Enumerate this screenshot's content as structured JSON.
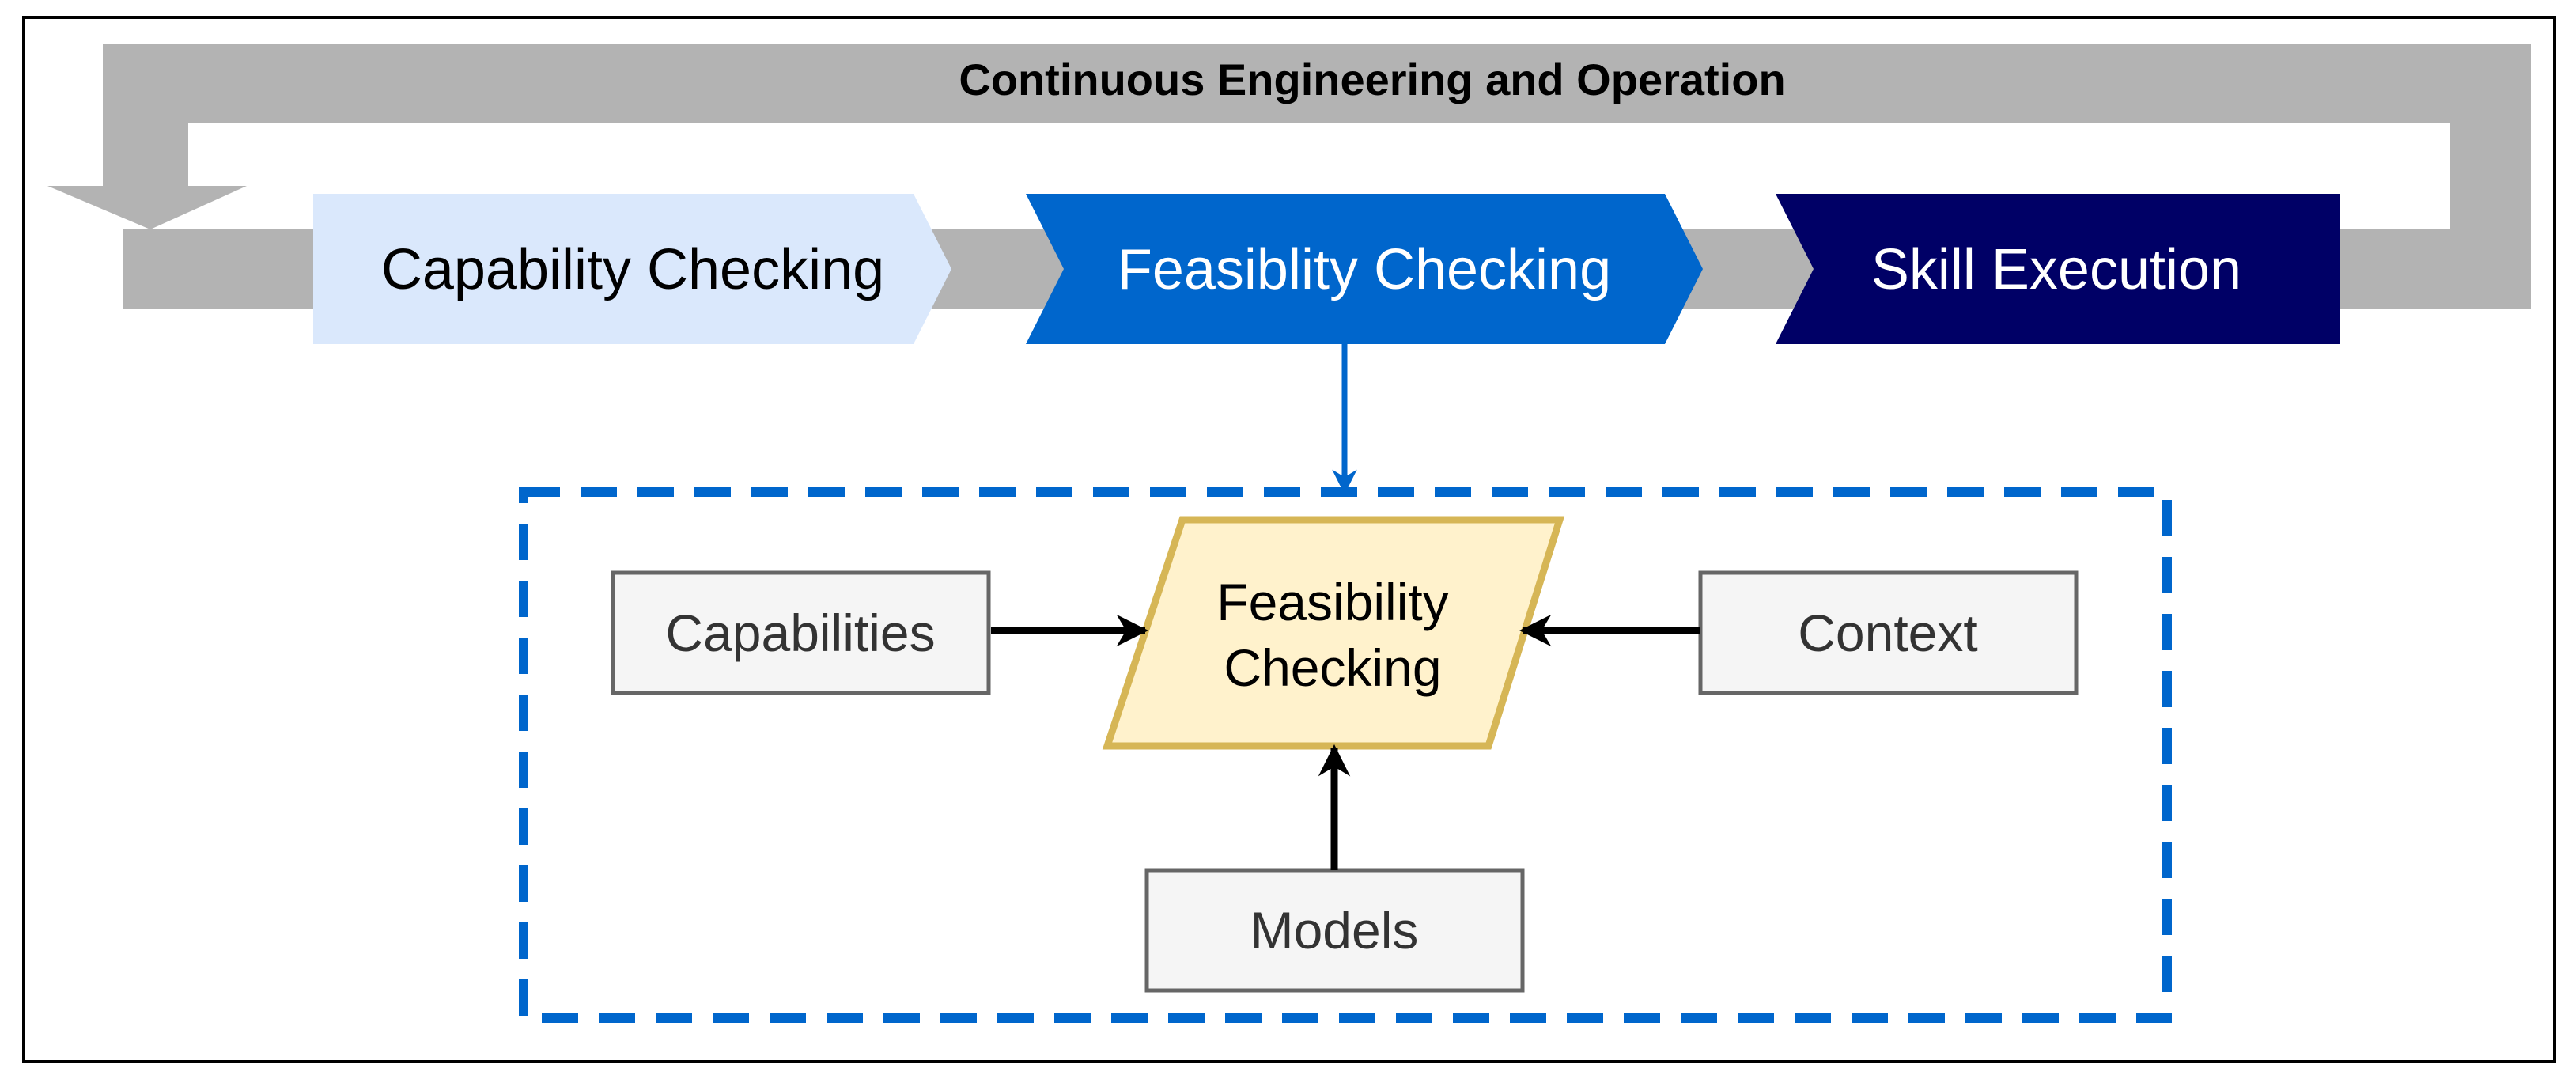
{
  "loop": {
    "title": "Continuous Engineering and Operation",
    "color": "#b3b3b3"
  },
  "stages": [
    {
      "label": "Capability Checking",
      "fill": "#dae8fc",
      "text_color": "#000000"
    },
    {
      "label": "Feasiblity Checking",
      "fill": "#0066cc",
      "text_color": "#ffffff"
    },
    {
      "label": "Skill Execution",
      "fill": "#000066",
      "text_color": "#ffffff"
    }
  ],
  "detail": {
    "border_color": "#0066cc",
    "center": {
      "line1": "Feasibility",
      "line2": "Checking",
      "fill": "#fff2cc",
      "stroke": "#d6b656"
    },
    "inputs": {
      "left": "Capabilities",
      "right": "Context",
      "bottom": "Models"
    },
    "input_fill": "#f5f5f5",
    "input_stroke": "#666666"
  }
}
